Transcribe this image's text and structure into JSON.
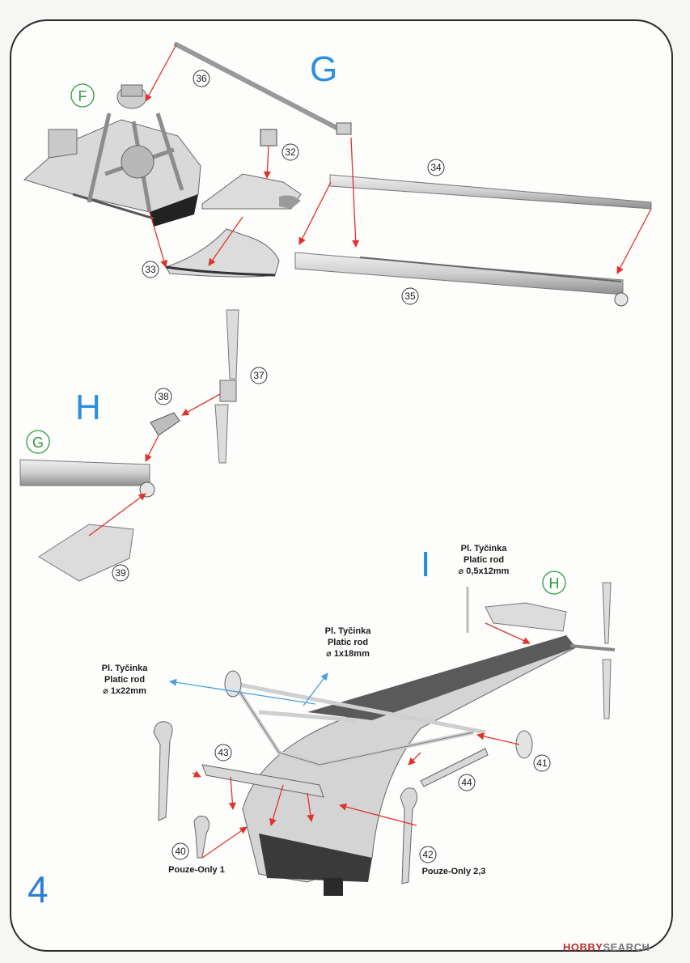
{
  "step_number": "4",
  "section_labels": {
    "G": "G",
    "H": "H",
    "I": "I"
  },
  "reference_labels": {
    "F": "F",
    "G": "G",
    "H": "H"
  },
  "parts": {
    "p32": "32",
    "p33": "33",
    "p34": "34",
    "p35": "35",
    "p36": "36",
    "p37": "37",
    "p38": "38",
    "p39": "39",
    "p40": "40",
    "p41": "41",
    "p42": "42",
    "p43": "43",
    "p44": "44"
  },
  "annotations": {
    "rod1": {
      "line1": "Pl. Tyčinka",
      "line2": "Platic rod",
      "line3": "⌀ 0,5x12mm"
    },
    "rod2": {
      "line1": "Pl. Tyčinka",
      "line2": "Platic rod",
      "line3": "⌀ 1x18mm"
    },
    "rod3": {
      "line1": "Pl. Tyčinka",
      "line2": "Platic rod",
      "line3": "⌀ 1x22mm"
    },
    "only1": "Pouze-Only 1",
    "only23": "Pouze-Only 2,3"
  },
  "watermark": {
    "brand": "HOBBY",
    "suffix": "SEARCH"
  },
  "colors": {
    "arrow": "#e0322c",
    "accent_blue": "#2b8fe0",
    "ref_green": "#2f9a3c"
  }
}
